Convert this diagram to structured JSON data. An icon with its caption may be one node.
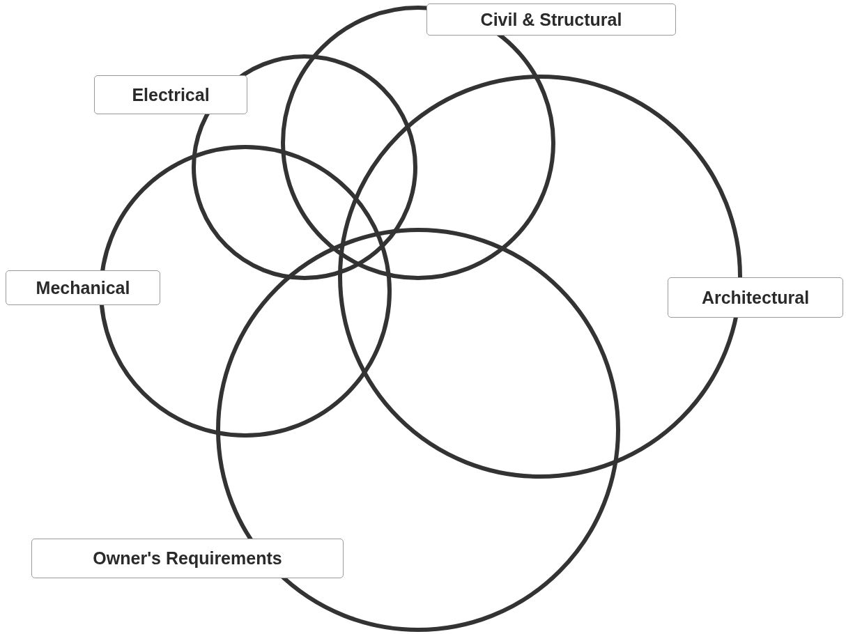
{
  "diagram": {
    "nodes": [
      {
        "text": [
          "Civil & Structural"
        ]
      },
      {
        "text": [
          "Electrical"
        ]
      },
      {
        "text": [
          "Architectural"
        ]
      },
      {
        "text": [
          "Mechanical"
        ]
      },
      {
        "text": [
          "Owner's Requirements"
        ]
      }
    ]
  }
}
